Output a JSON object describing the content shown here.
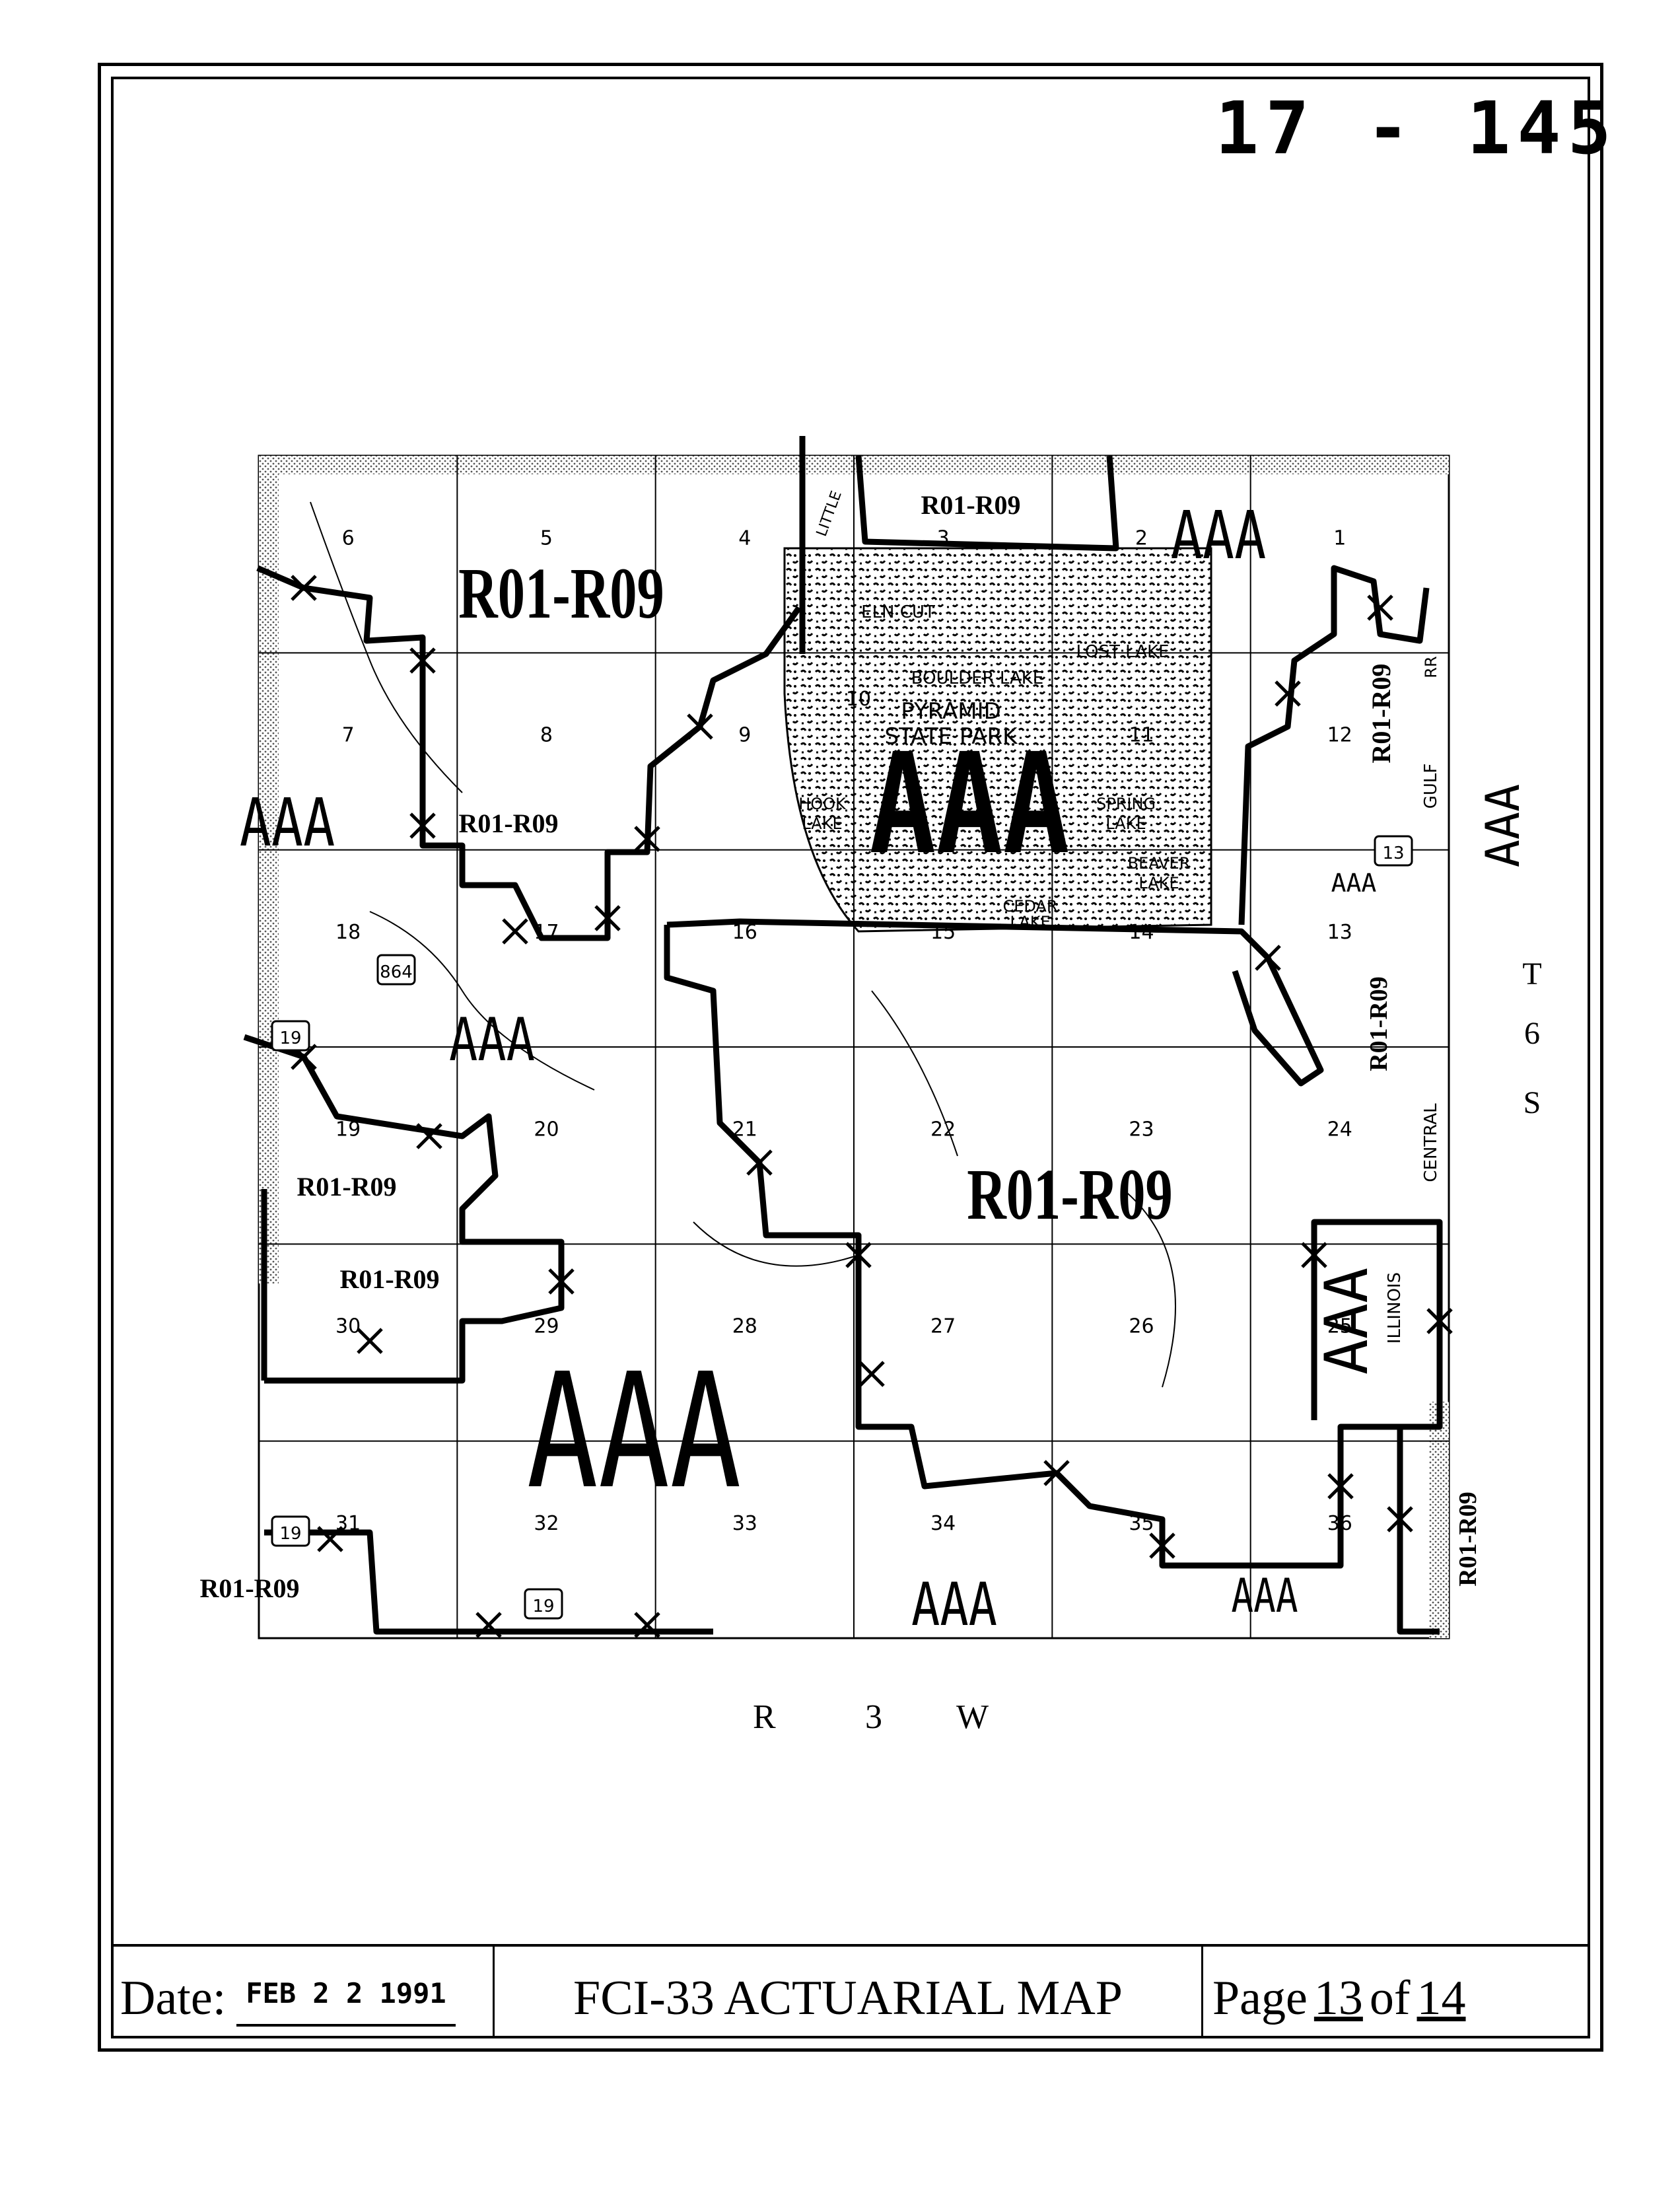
{
  "document_number": "17 - 145",
  "footer": {
    "date_label": "Date:",
    "date_value": "FEB 2 2 1991",
    "title": "FCI-33 ACTUARIAL MAP",
    "page_label": "Page",
    "page_current": "13",
    "page_of": "of",
    "page_total": "14"
  },
  "map": {
    "sections": [
      "6",
      "5",
      "4",
      "3",
      "2",
      "1",
      "7",
      "8",
      "9",
      "10",
      "11",
      "12",
      "18",
      "17",
      "16",
      "15",
      "14",
      "13",
      "19",
      "20",
      "21",
      "22",
      "23",
      "24",
      "30",
      "29",
      "28",
      "27",
      "26",
      "25",
      "31",
      "32",
      "33",
      "34",
      "35",
      "36"
    ],
    "township": [
      "T",
      "6",
      "S"
    ],
    "range": [
      "R",
      "3",
      "W"
    ],
    "zones": [
      "R01-R09",
      "R01-R09",
      "AAA",
      "AAA",
      "R01-R09",
      "AAA",
      "AAA",
      "R01-R09",
      "R01-R09",
      "R01-R09",
      "AAA",
      "R01-R09",
      "AAA",
      "AAA",
      "R01-R09",
      "AAA",
      "AAA",
      "R01-R09",
      "R01-R09",
      "AAA"
    ],
    "place_names": [
      "PYRAMID",
      "STATE PARK",
      "BOULDER LAKE",
      "LOST LAKE",
      "ELN CUT",
      "BEAVER",
      "LAKE",
      "CEDAR",
      "LAKE",
      "SPRING",
      "LAKE",
      "HOOK",
      "LAKE",
      "LITTLE",
      "GULF",
      "RR",
      "CENTRAL",
      "ILLINOIS"
    ],
    "route_shields": [
      "864",
      "19",
      "13",
      "19",
      "19"
    ]
  }
}
